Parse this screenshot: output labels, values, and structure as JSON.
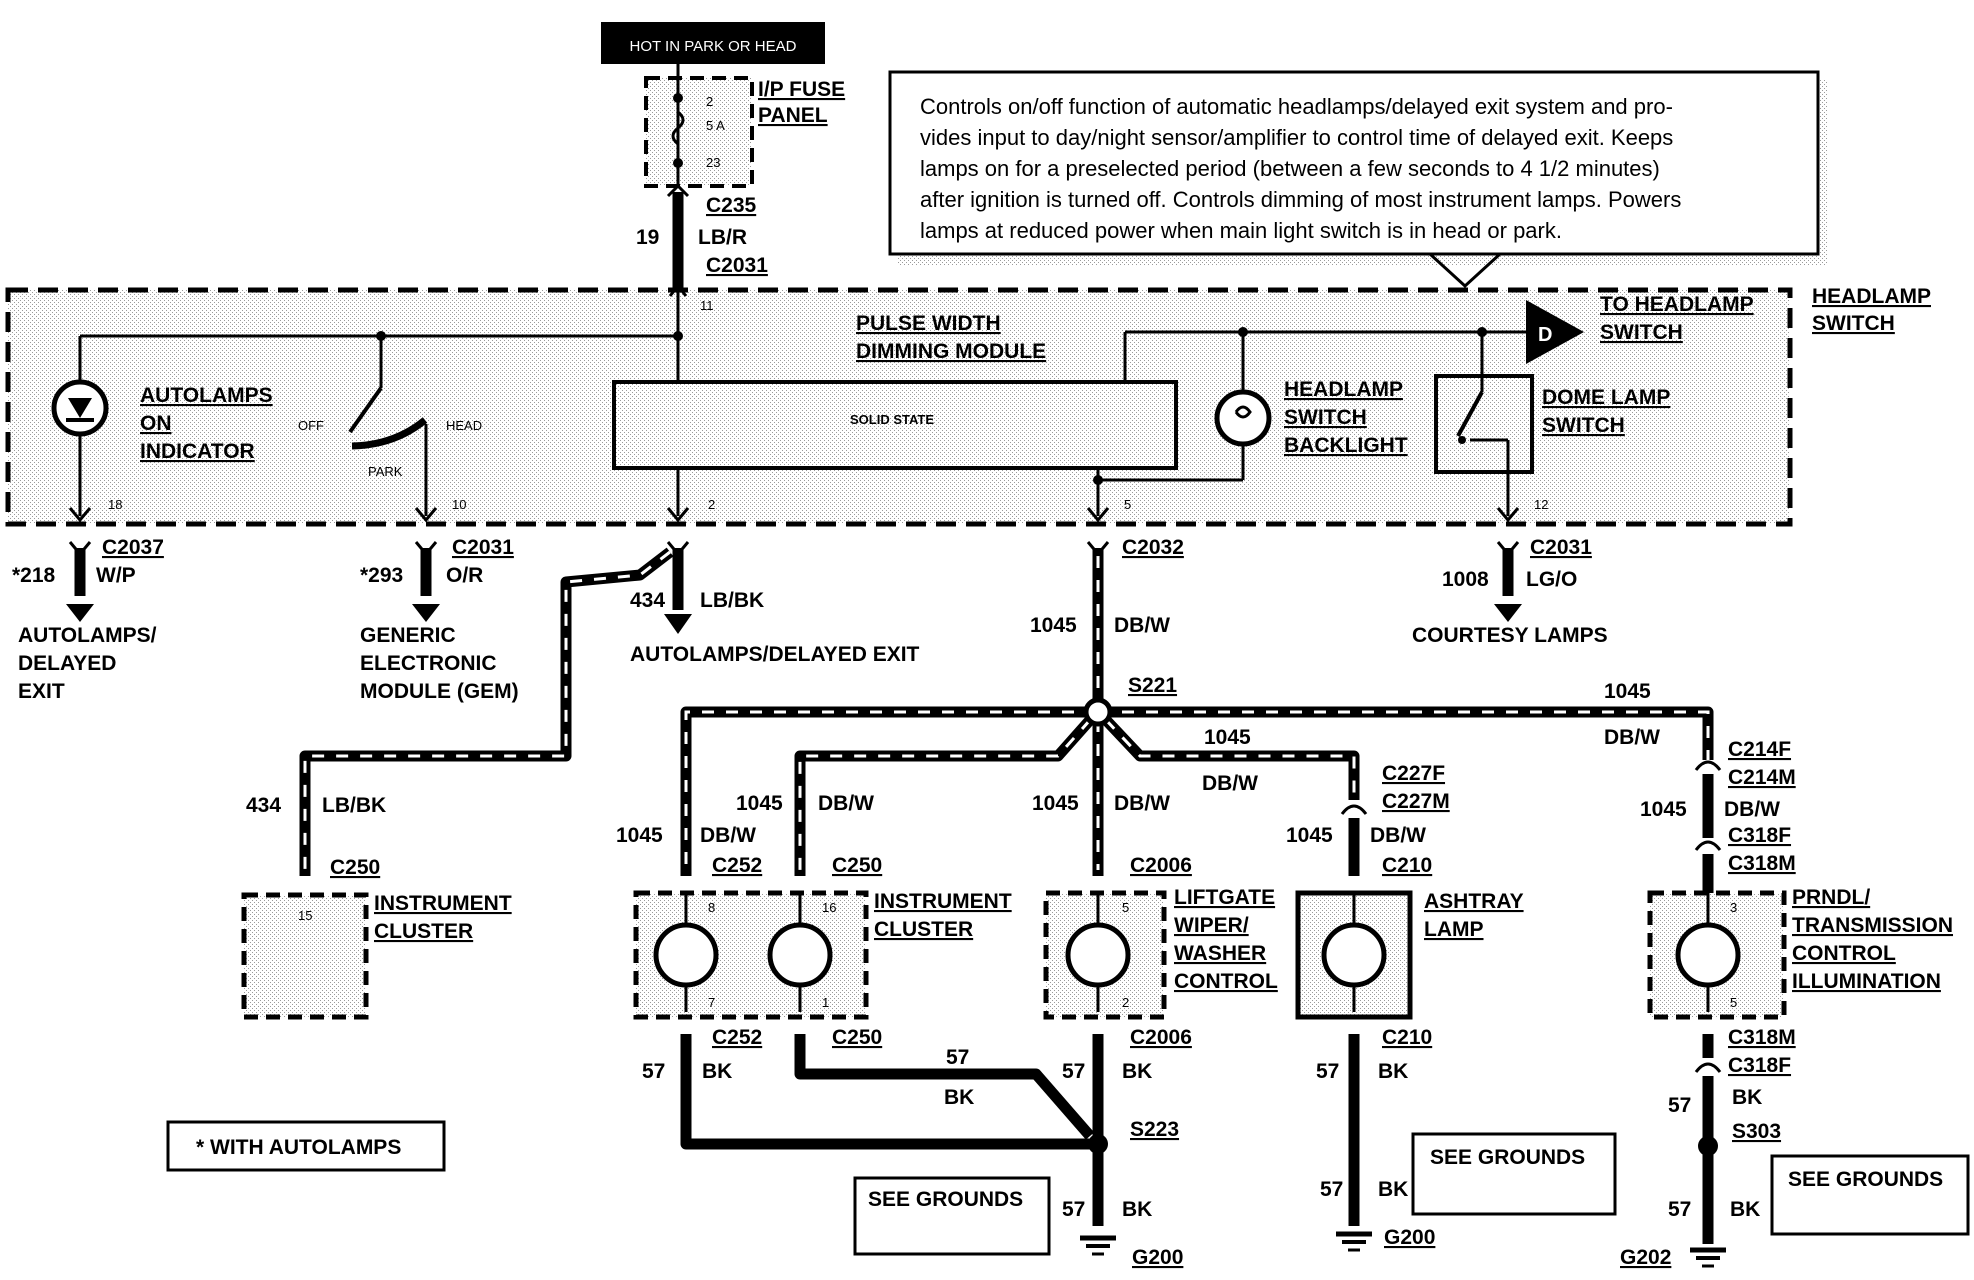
{
  "top_label": "HOT IN PARK OR HEAD",
  "fuse_panel": {
    "title_line1": "I/P FUSE",
    "title_line2": "PANEL",
    "pin_top": "2",
    "rating": "5 A",
    "pin_bottom": "23"
  },
  "feed": {
    "connector_top": "C235",
    "circuit": "19",
    "color": "LB/R",
    "connector_bottom": "C2031",
    "pin": "11"
  },
  "description": "Controls on/off function of automatic headlamps/delayed exit system and pro-|vides input to day/night sensor/amplifier to control time of delayed exit.  Keeps|lamps on for a preselected period (between a few seconds to 4 1/2 minutes)|after ignition is turned off.  Controls dimming of most instrument lamps.  Powers|lamps at reduced power when main light switch is in head or park.",
  "headlamp_switch": {
    "title_line1": "HEADLAMP",
    "title_line2": "SWITCH",
    "to_headlamp_line1": "TO HEADLAMP",
    "to_headlamp_line2": "SWITCH",
    "d_letter": "D",
    "module_line1": "PULSE WIDTH",
    "module_line2": "DIMMING MODULE",
    "solid_state": "SOLID STATE",
    "autolamps_line1": "AUTOLAMPS",
    "autolamps_line2": "ON",
    "autolamps_line3": "INDICATOR",
    "off": "OFF",
    "head": "HEAD",
    "park": "PARK",
    "backlight_line1": "HEADLAMP",
    "backlight_line2": "SWITCH",
    "backlight_line3": "BACKLIGHT",
    "dome_line1": "DOME LAMP",
    "dome_line2": "SWITCH",
    "pin_18": "18",
    "pin_10": "10",
    "pin_2": "2",
    "pin_5": "5",
    "pin_12": "12"
  },
  "outputs": {
    "a": {
      "connector": "C2037",
      "circuit": "*218",
      "color": "W/P",
      "dest_line1": "AUTOLAMPS/",
      "dest_line2": "DELAYED",
      "dest_line3": "EXIT"
    },
    "b": {
      "connector": "C2031",
      "circuit": "*293",
      "color": "O/R",
      "dest_line1": "GENERIC",
      "dest_line2": "ELECTRONIC",
      "dest_line3": "MODULE (GEM)"
    },
    "c": {
      "circuit": "434",
      "color": "LB/BK",
      "dest": "AUTOLAMPS/DELAYED EXIT"
    },
    "d": {
      "connector": "C2032",
      "circuit": "1045",
      "color": "DB/W"
    },
    "e": {
      "connector": "C2031",
      "circuit": "1008",
      "color": "LG/O",
      "dest": "COURTESY LAMPS"
    }
  },
  "cluster_left": {
    "circuit": "434",
    "color": "LB/BK",
    "connector": "C250",
    "pin": "15",
    "title_line1": "INSTRUMENT",
    "title_line2": "CLUSTER"
  },
  "splice_s221": "S221",
  "branches": {
    "c252": {
      "circuit": "1045",
      "color": "DB/W",
      "connector": "C252",
      "pin_in": "8",
      "pin_out": "7"
    },
    "c250": {
      "circuit": "1045",
      "color": "DB/W",
      "connector": "C250",
      "pin_in": "16",
      "pin_out": "1",
      "title_line1": "INSTRUMENT",
      "title_line2": "CLUSTER"
    },
    "liftgate": {
      "circuit": "1045",
      "color": "DB/W",
      "connector": "C2006",
      "pin_in": "5",
      "pin_out": "2",
      "title_line1": "LIFTGATE",
      "title_line2": "WIPER/",
      "title_line3": "WASHER",
      "title_line4": "CONTROL"
    },
    "ashtray": {
      "circuit_top": "1045",
      "color_top": "DB/W",
      "circuit": "1045",
      "color": "DB/W",
      "connector_a": "C227F",
      "connector_b": "C227M",
      "connector": "C210",
      "title_line1": "ASHTRAY",
      "title_line2": "LAMP"
    },
    "prndl": {
      "circuit_top": "1045",
      "color_top": "DB/W",
      "connector_a": "C214F",
      "connector_b": "C214M",
      "circuit": "1045",
      "color": "DB/W",
      "connector_c": "C318F",
      "connector_d": "C318M",
      "pin_in": "3",
      "pin_out": "5",
      "title_line1": "PRNDL/",
      "title_line2": "TRANSMISSION",
      "title_line3": "CONTROL",
      "title_line4": "ILLUMINATION"
    }
  },
  "grounds": {
    "c252": {
      "connector": "C252",
      "circuit": "57",
      "color": "BK"
    },
    "c250": {
      "connector": "C250",
      "circuit": "57",
      "color": "BK"
    },
    "c2006": {
      "connector": "C2006",
      "circuit": "57",
      "color": "BK"
    },
    "s223": "S223",
    "g200_circuit": "57",
    "g200_color": "BK",
    "g200": "G200",
    "c210": {
      "connector": "C210",
      "circuit": "57",
      "color": "BK",
      "circuit2": "57",
      "color2": "BK",
      "ground": "G200"
    },
    "prndl": {
      "connector_a": "C318M",
      "connector_b": "C318F",
      "color": "BK",
      "circuit": "57",
      "splice": "S303",
      "circuit2": "57",
      "color2": "BK",
      "ground": "G202"
    },
    "see_grounds": "SEE GROUNDS"
  },
  "footnote": "*  WITH AUTOLAMPS"
}
